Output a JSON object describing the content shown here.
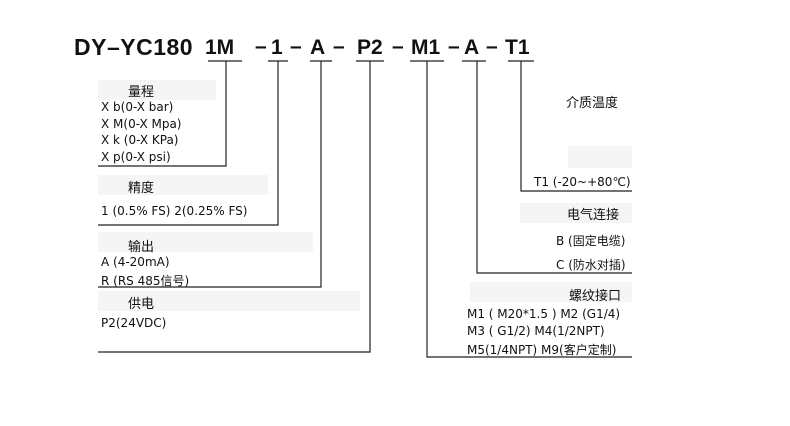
{
  "model": {
    "prefix": "DY–YC180",
    "dash": "–",
    "segments": [
      "1M",
      "1",
      "A",
      "P2",
      "M1",
      "A",
      "T1"
    ]
  },
  "left": {
    "range": {
      "title": "量程",
      "items": [
        "X  b(0-X bar)",
        "X  M(0-X Mpa)",
        "X  k (0-X KPa)",
        "X  p(0-X psi)"
      ]
    },
    "accuracy": {
      "title": "精度",
      "items": [
        "1  (0.5% FS)   2(0.25% FS)"
      ]
    },
    "output": {
      "title": "输出",
      "items": [
        "A    (4-20mA)",
        "R   (RS 485信号)"
      ]
    },
    "power": {
      "title": "供电",
      "items": [
        "P2(24VDC)"
      ]
    }
  },
  "right": {
    "temperature": {
      "title": "介质温度",
      "items": [
        "T1  (-20~+80℃)"
      ]
    },
    "electrical": {
      "title": "电气连接",
      "items": [
        "B (固定电缆)",
        "C (防水对插)"
      ]
    },
    "thread": {
      "title": "螺纹接口",
      "items": [
        "M1 ( M20*1.5 )  M2 (G1/4)",
        "M3 ( G1/2)    M4(1/2NPT)",
        "M5(1/4NPT)  M9(客户定制)"
      ]
    }
  }
}
